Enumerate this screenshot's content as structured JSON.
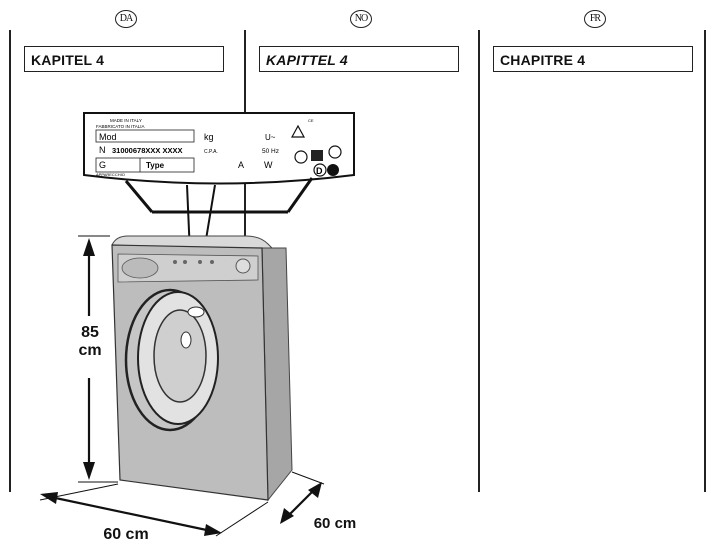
{
  "columns": [
    {
      "lang_code": "DA",
      "chapter_title": "KAPITEL 4"
    },
    {
      "lang_code": "NO",
      "chapter_title": "KAPITTEL 4"
    },
    {
      "lang_code": "FR",
      "chapter_title": "CHAPITRE 4"
    }
  ],
  "rating_plate": {
    "line1": "MADE IN ITALY",
    "line2": "FABBRICATO IN ITALIA",
    "mod_label": "Mod",
    "serial_label": "N",
    "serial_value": "31000678XXX XXXX",
    "g_label": "G",
    "type_label": "Type",
    "kg_label": "kg",
    "voltage_label": "U~",
    "freq_label": "50 Hz",
    "watt_label": "W",
    "a_label": "A",
    "cpa_label": "C.P.A.",
    "d_label": "D",
    "bottom_text": "APPARECCHIO"
  },
  "dimensions": {
    "height_value": "85",
    "height_unit": "cm",
    "width": "60 cm",
    "depth": "60 cm"
  }
}
